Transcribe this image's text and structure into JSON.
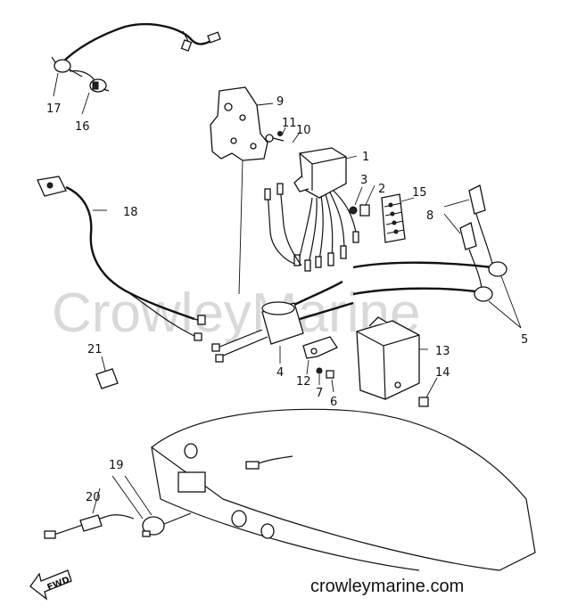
{
  "watermark": "CrowleyMarine",
  "site_url": "crowleymarine.com",
  "fwd_label": "FWD",
  "callouts": {
    "c1": "1",
    "c2": "2",
    "c3": "3",
    "c4": "4",
    "c5": "5",
    "c6": "6",
    "c7": "7",
    "c8": "8",
    "c9": "9",
    "c10": "10",
    "c11": "11",
    "c12": "12",
    "c13": "13",
    "c14": "14",
    "c15": "15",
    "c16": "16",
    "c17": "17",
    "c18": "18",
    "c19": "19",
    "c20": "20",
    "c21": "21"
  }
}
